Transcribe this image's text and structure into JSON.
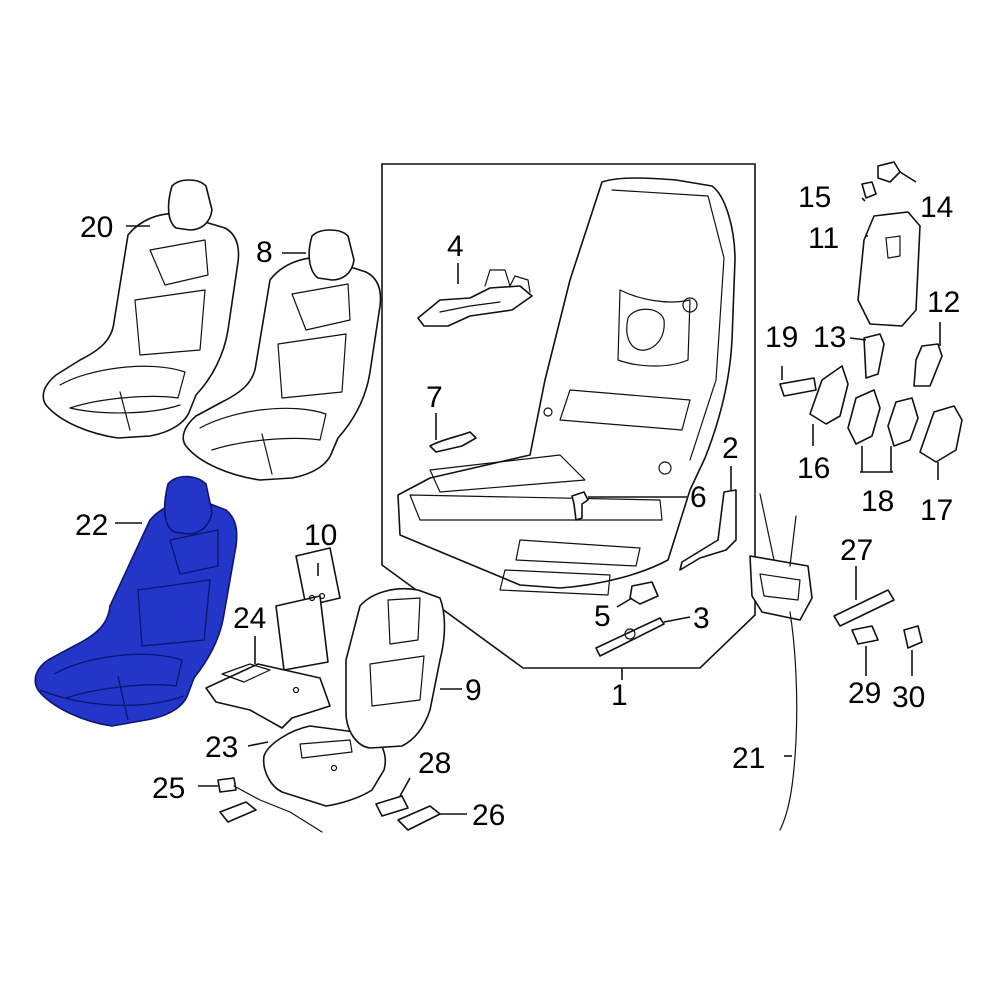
{
  "diagram": {
    "highlight_color": "#2336c8",
    "highlighted_part": "22",
    "callouts": [
      {
        "id": "c1",
        "label": "1"
      },
      {
        "id": "c2",
        "label": "2"
      },
      {
        "id": "c3",
        "label": "3"
      },
      {
        "id": "c4",
        "label": "4"
      },
      {
        "id": "c5",
        "label": "5"
      },
      {
        "id": "c6",
        "label": "6"
      },
      {
        "id": "c7",
        "label": "7"
      },
      {
        "id": "c8",
        "label": "8"
      },
      {
        "id": "c9",
        "label": "9"
      },
      {
        "id": "c10",
        "label": "10"
      },
      {
        "id": "c11",
        "label": "11"
      },
      {
        "id": "c12",
        "label": "12"
      },
      {
        "id": "c13",
        "label": "13"
      },
      {
        "id": "c14",
        "label": "14"
      },
      {
        "id": "c15",
        "label": "15"
      },
      {
        "id": "c16",
        "label": "16"
      },
      {
        "id": "c17",
        "label": "17"
      },
      {
        "id": "c18",
        "label": "18"
      },
      {
        "id": "c19",
        "label": "19"
      },
      {
        "id": "c20",
        "label": "20"
      },
      {
        "id": "c21",
        "label": "21"
      },
      {
        "id": "c22",
        "label": "22"
      },
      {
        "id": "c23",
        "label": "23"
      },
      {
        "id": "c24",
        "label": "24"
      },
      {
        "id": "c25",
        "label": "25"
      },
      {
        "id": "c26",
        "label": "26"
      },
      {
        "id": "c27",
        "label": "27"
      },
      {
        "id": "c28",
        "label": "28"
      },
      {
        "id": "c29",
        "label": "29"
      },
      {
        "id": "c30",
        "label": "30"
      }
    ]
  }
}
